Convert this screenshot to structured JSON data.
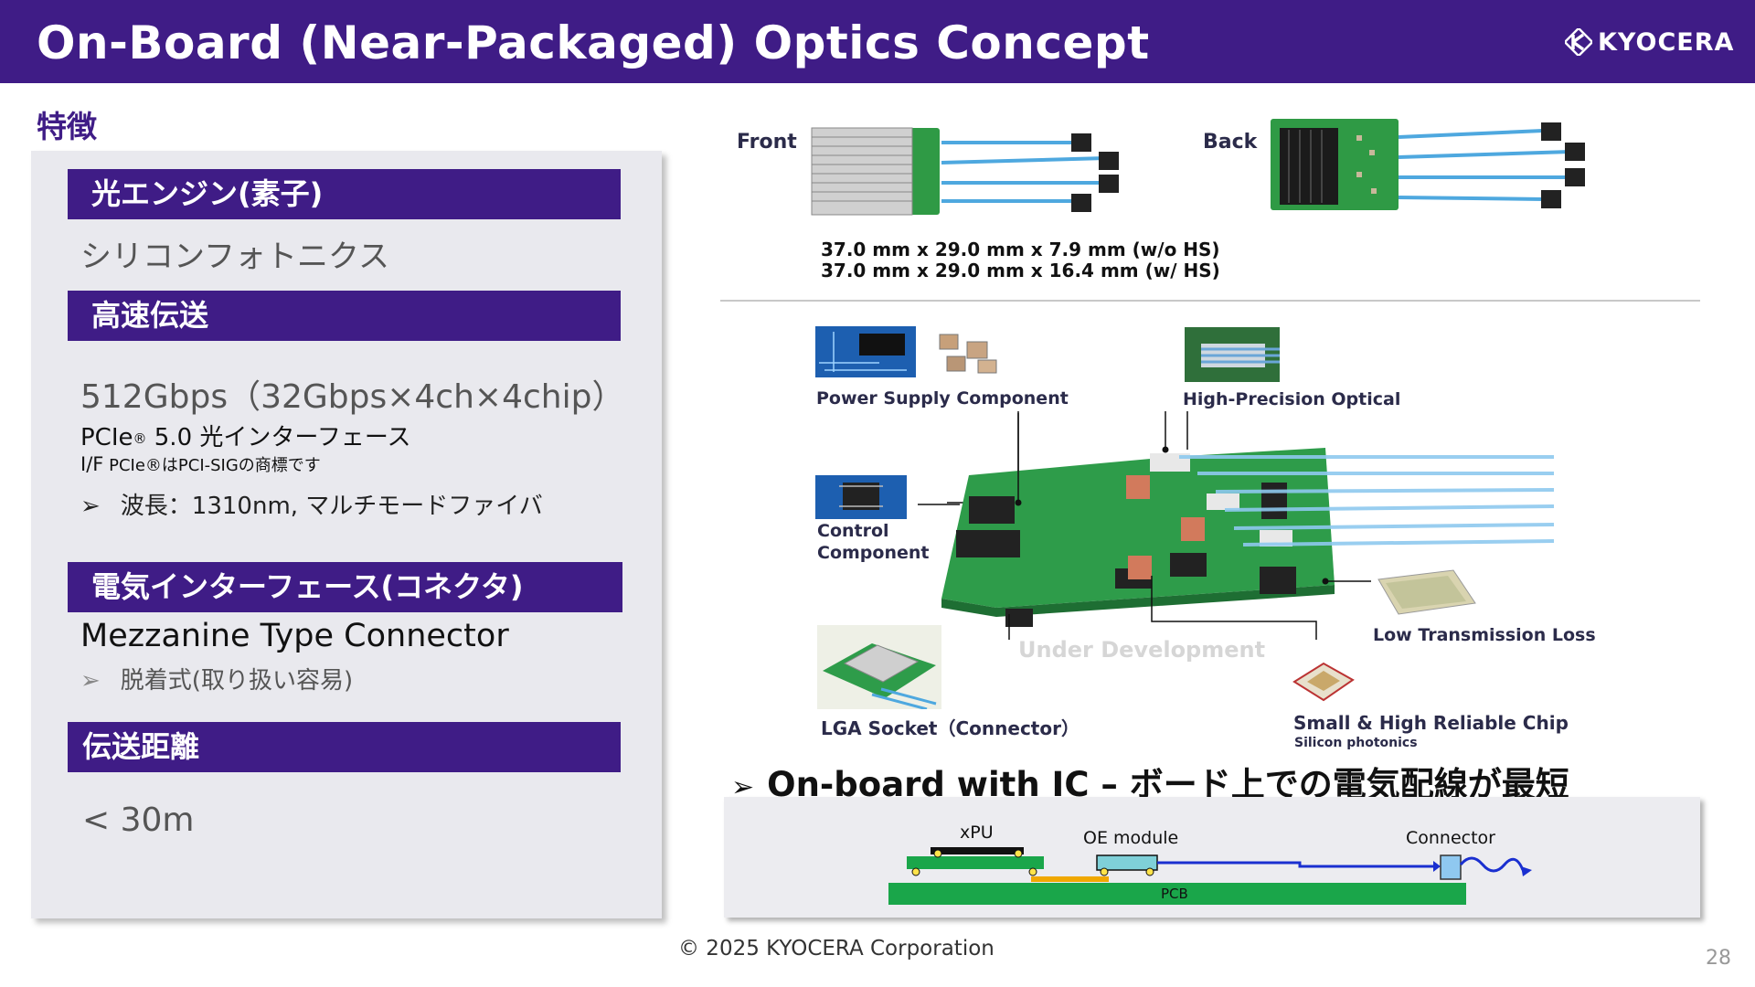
{
  "header": {
    "title": "On-Board (Near-Packaged) Optics Concept",
    "logo_text": "KYOCERA"
  },
  "left": {
    "section_label": "特徴",
    "cat1": {
      "title": "光エンジン(素子)",
      "value": "シリコンフォトニクス"
    },
    "cat2": {
      "title": "高速伝送",
      "value": "512Gbps（32Gbps×4ch×4chip）",
      "pcie_prefix": "PCIe",
      "pcie_mark": "®",
      "pcie_rest": " 5.0 光インターフェース",
      "pcie_if": "I/F",
      "pcie_note": "PCIe®はPCI-SIGの商標です",
      "wavelength": "波長：1310nm, マルチモードファイバ"
    },
    "cat3": {
      "title": "電気インターフェース(コネクタ)",
      "value": "Mezzanine Type Connector",
      "sub": "脱着式(取り扱い容易)"
    },
    "cat4": {
      "title": "伝送距離",
      "value": "< 30m"
    },
    "bullet_symbol": "➢"
  },
  "right": {
    "front_label": "Front",
    "back_label": "Back",
    "dim1": "37.0 mm x 29.0 mm x 7.9 mm (w/o HS)",
    "dim2": "37.0 mm x 29.0 mm x 16.4 mm (w/ HS)",
    "power_label": "Power Supply Component",
    "optical_label": "High-Precision Optical",
    "control_label_1": "Control",
    "control_label_2": "Component",
    "under_dev": "Under Development",
    "low_loss": "Low Transmission Loss",
    "lga": "LGA Socket（Connector）",
    "chip": "Small & High Reliable Chip",
    "chip_sub": "Silicon photonics",
    "bullet": "On-board with IC – ボード上での電気配線が最短"
  },
  "diagram": {
    "xpu": "xPU",
    "oe": "OE module",
    "connector": "Connector",
    "pcb": "PCB"
  },
  "footer": {
    "copyright": "© 2025 KYOCERA Corporation",
    "page": "28"
  },
  "colors": {
    "brand": "#3f1c86",
    "pcb_green": "#1aa64a",
    "fiber_blue": "#3fa0dc",
    "trace_blue": "#1a2fd0",
    "trace_orange": "#f0a800"
  }
}
